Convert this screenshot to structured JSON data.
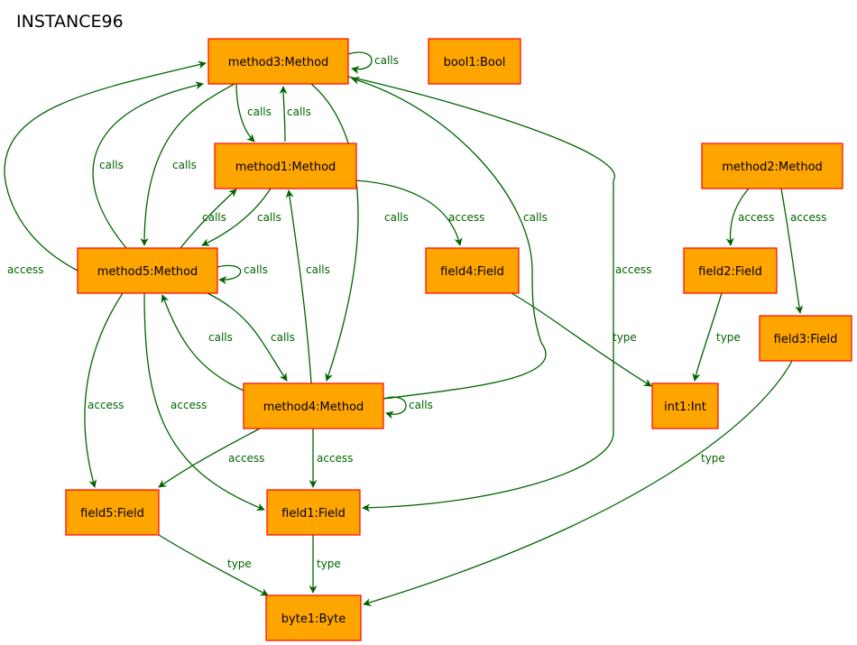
{
  "diagram": {
    "title": "INSTANCE96",
    "colors": {
      "node_fill": "#ffa500",
      "node_border": "#ff0000",
      "edge": "#006400",
      "edge_label": "#006400"
    },
    "nodes": [
      {
        "id": "method3",
        "label": "method3:Method"
      },
      {
        "id": "bool1",
        "label": "bool1:Bool"
      },
      {
        "id": "method1",
        "label": "method1:Method"
      },
      {
        "id": "method2",
        "label": "method2:Method"
      },
      {
        "id": "method5",
        "label": "method5:Method"
      },
      {
        "id": "field4",
        "label": "field4:Field"
      },
      {
        "id": "field2",
        "label": "field2:Field"
      },
      {
        "id": "field3",
        "label": "field3:Field"
      },
      {
        "id": "method4",
        "label": "method4:Method"
      },
      {
        "id": "int1",
        "label": "int1:Int"
      },
      {
        "id": "field5",
        "label": "field5:Field"
      },
      {
        "id": "field1",
        "label": "field1:Field"
      },
      {
        "id": "byte1",
        "label": "byte1:Byte"
      }
    ],
    "edges": [
      {
        "from": "method3",
        "to": "method3",
        "label": "calls"
      },
      {
        "from": "method3",
        "to": "method1",
        "label": "calls"
      },
      {
        "from": "method1",
        "to": "method3",
        "label": "calls"
      },
      {
        "from": "method3",
        "to": "method5",
        "label": "calls"
      },
      {
        "from": "method5",
        "to": "method3",
        "label": "calls"
      },
      {
        "from": "method3",
        "to": "method4",
        "label": "calls"
      },
      {
        "from": "method4",
        "to": "method3",
        "label": "calls"
      },
      {
        "from": "method3",
        "to": "field1",
        "label": "access"
      },
      {
        "from": "method5",
        "to": "method3",
        "label": "access"
      },
      {
        "from": "method1",
        "to": "method5",
        "label": "calls"
      },
      {
        "from": "method5",
        "to": "method1",
        "label": "calls"
      },
      {
        "from": "method1",
        "to": "field4",
        "label": "access"
      },
      {
        "from": "method4",
        "to": "method1",
        "label": "calls"
      },
      {
        "from": "method5",
        "to": "method5",
        "label": "calls"
      },
      {
        "from": "method5",
        "to": "method4",
        "label": "calls"
      },
      {
        "from": "method4",
        "to": "method5",
        "label": "calls"
      },
      {
        "from": "method5",
        "to": "field5",
        "label": "access"
      },
      {
        "from": "method5",
        "to": "field1",
        "label": "access"
      },
      {
        "from": "method4",
        "to": "method4",
        "label": "calls"
      },
      {
        "from": "method4",
        "to": "field5",
        "label": "access"
      },
      {
        "from": "method4",
        "to": "field1",
        "label": "access"
      },
      {
        "from": "method2",
        "to": "field2",
        "label": "access"
      },
      {
        "from": "method2",
        "to": "field3",
        "label": "access"
      },
      {
        "from": "field4",
        "to": "int1",
        "label": "type"
      },
      {
        "from": "field2",
        "to": "int1",
        "label": "type"
      },
      {
        "from": "field3",
        "to": "byte1",
        "label": "type"
      },
      {
        "from": "field5",
        "to": "byte1",
        "label": "type"
      },
      {
        "from": "field1",
        "to": "byte1",
        "label": "type"
      }
    ]
  }
}
